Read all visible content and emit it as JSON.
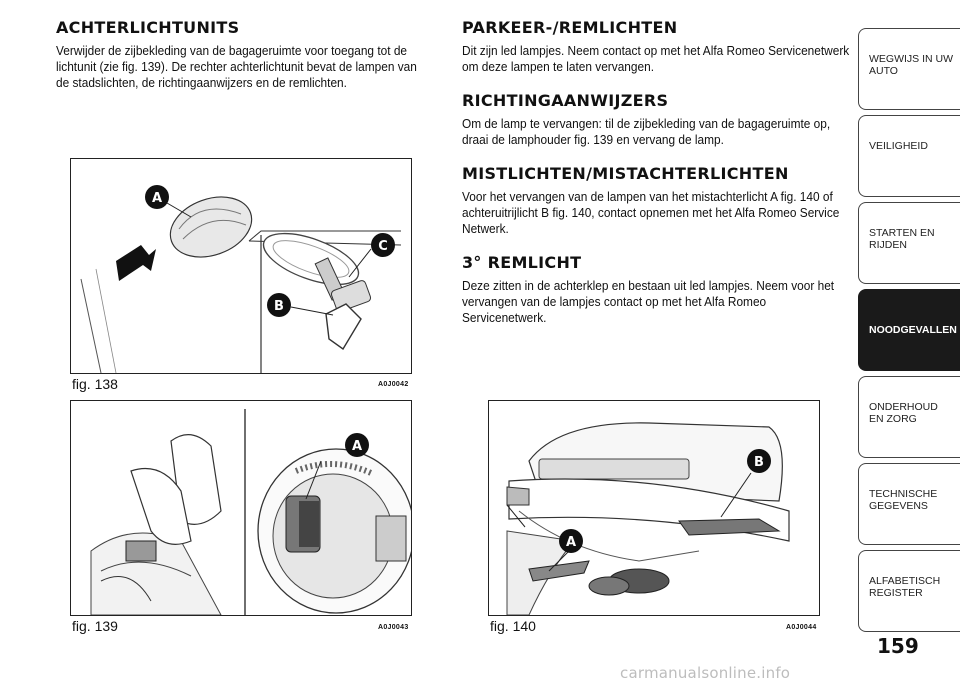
{
  "left": {
    "heading": "ACHTERLICHTUNITS",
    "body": "Verwijder de zijbekleding van de bagageruimte voor toegang tot de lichtunit (zie fig. 139). De rechter achterlichtunit bevat de lampen van de stadslichten, de richtingaanwijzers en de remlichten."
  },
  "sections": [
    {
      "heading": "PARKEER-/REMLICHTEN",
      "body": "Dit zijn led lampjes. Neem contact op met het Alfa Romeo Servicenetwerk om deze lampen te laten vervangen."
    },
    {
      "heading": "RICHTINGAANWIJZERS",
      "body": "Om de lamp te vervangen: til de zijbekleding van de bagageruimte op, draai de lamphouder fig. 139 en vervang de lamp."
    },
    {
      "heading": "MISTLICHTEN/MISTACHTERLICHTEN",
      "body": "Voor het vervangen van de lampen van het mistachterlicht A fig. 140 of achteruitrijlicht B fig. 140, contact opnemen met het Alfa Romeo Service Netwerk."
    },
    {
      "heading": "3° REMLICHT",
      "body": "Deze zitten in de achterklep en bestaan uit led lampjes. Neem voor het vervangen van de lampjes contact op met het Alfa Romeo Servicenetwerk."
    }
  ],
  "figures": {
    "fig138": {
      "caption": "fig. 138",
      "code": "A0J0042",
      "callouts": [
        "A",
        "B",
        "C"
      ]
    },
    "fig139": {
      "caption": "fig. 139",
      "code": "A0J0043",
      "callouts": [
        "A"
      ]
    },
    "fig140": {
      "caption": "fig. 140",
      "code": "A0J0044",
      "callouts": [
        "A",
        "B"
      ]
    }
  },
  "tabs": [
    {
      "label": "WEGWIJS IN UW AUTO",
      "active": false
    },
    {
      "label": "VEILIGHEID",
      "active": false
    },
    {
      "label": "STARTEN EN RIJDEN",
      "active": false
    },
    {
      "label": "NOODGEVALLEN",
      "active": true
    },
    {
      "label": "ONDERHOUD EN ZORG",
      "active": false
    },
    {
      "label": "TECHNISCHE GEGEVENS",
      "active": false
    },
    {
      "label": "ALFABETISCH REGISTER",
      "active": false
    }
  ],
  "page_number": "159",
  "watermark": "carmanualsonline.info"
}
